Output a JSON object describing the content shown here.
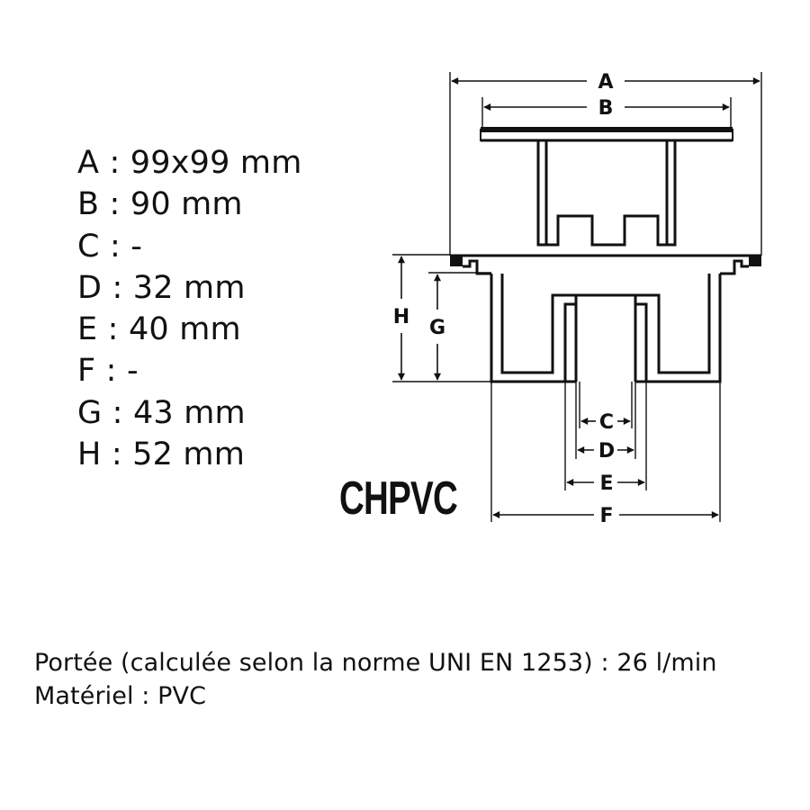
{
  "dimensions": [
    {
      "text": "A : 99x99 mm"
    },
    {
      "text": "B : 90 mm"
    },
    {
      "text": "C : -"
    },
    {
      "text": "D : 32 mm"
    },
    {
      "text": "E : 40 mm"
    },
    {
      "text": "F : -"
    },
    {
      "text": "G : 43 mm"
    },
    {
      "text": "H : 52 mm"
    }
  ],
  "diagram": {
    "labels": {
      "A": "A",
      "B": "B",
      "C": "C",
      "D": "D",
      "E": "E",
      "F": "F",
      "G": "G",
      "H": "H"
    }
  },
  "brand": "CHPVC",
  "notes": {
    "capacity": "Portée (calculée selon la norme UNI EN 1253) : 26 l/min",
    "material": "Matériel : PVC"
  },
  "colors": {
    "ink": "#111111",
    "background": "#ffffff"
  }
}
